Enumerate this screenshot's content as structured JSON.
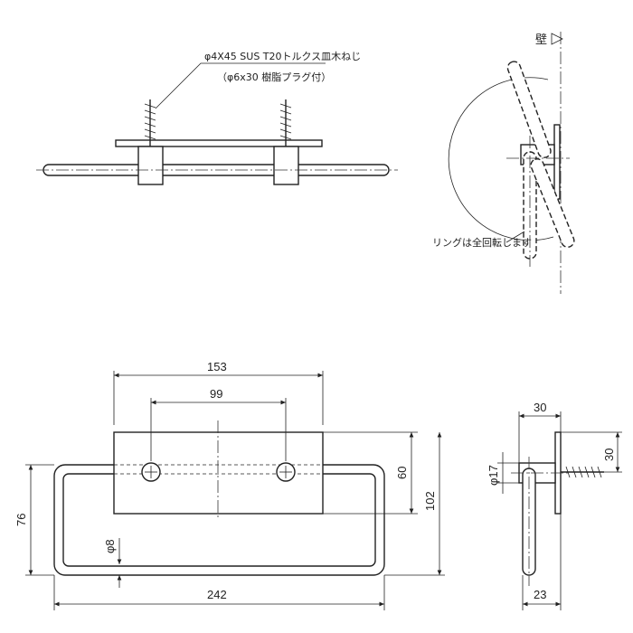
{
  "screw_note": {
    "line1": "φ4X45 SUS T20トルクス皿木ねじ",
    "line2": "（φ6x30 樹脂プラグ付）"
  },
  "wall_label": "壁",
  "ring_note": "リングは全回転します",
  "dimensions": {
    "plate_width": "153",
    "hole_pitch": "99",
    "plate_height": "60",
    "ring_depth": "102",
    "ring_height": "76",
    "wire_dia": "φ8",
    "overall_width": "242",
    "side_depth": "30",
    "side_height": "30",
    "pivot_dia": "φ17",
    "side_offset": "23"
  }
}
